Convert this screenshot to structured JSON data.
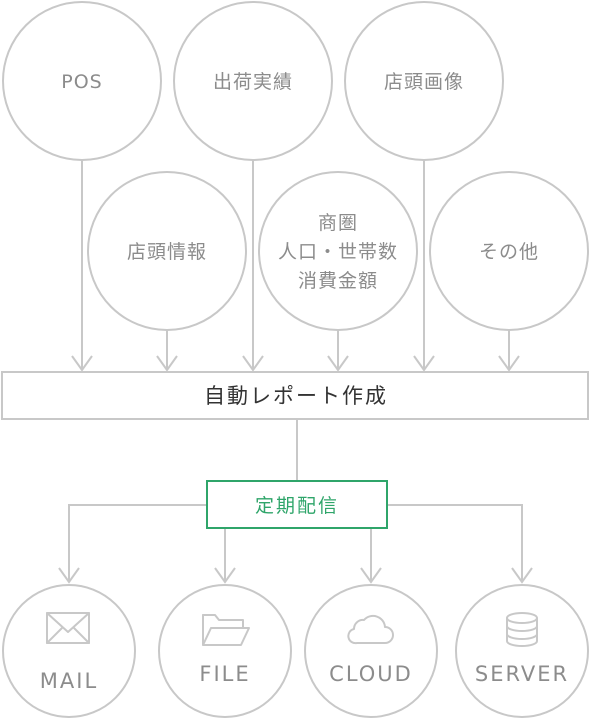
{
  "sources": [
    {
      "id": "pos",
      "lines": [
        "POS"
      ]
    },
    {
      "id": "shipment",
      "lines": [
        "出荷実績"
      ]
    },
    {
      "id": "store-image",
      "lines": [
        "店頭画像"
      ]
    },
    {
      "id": "store-info",
      "lines": [
        "店頭情報"
      ]
    },
    {
      "id": "trade-area",
      "lines": [
        "商圏",
        "人口・世帯数",
        "消費金額"
      ]
    },
    {
      "id": "other",
      "lines": [
        "その他"
      ]
    }
  ],
  "main_box": {
    "label": "自動レポート作成"
  },
  "distribution": {
    "label": "定期配信",
    "color": "#2fa56a"
  },
  "outputs": [
    {
      "id": "mail",
      "label": "MAIL",
      "icon": "mail-icon"
    },
    {
      "id": "file",
      "label": "FILE",
      "icon": "folder-icon"
    },
    {
      "id": "cloud",
      "label": "CLOUD",
      "icon": "cloud-icon"
    },
    {
      "id": "server",
      "label": "SERVER",
      "icon": "database-icon"
    }
  ],
  "colors": {
    "line": "#c8c8c8",
    "text": "#8c8c8c",
    "main_text": "#333333",
    "accent": "#2fa56a"
  }
}
